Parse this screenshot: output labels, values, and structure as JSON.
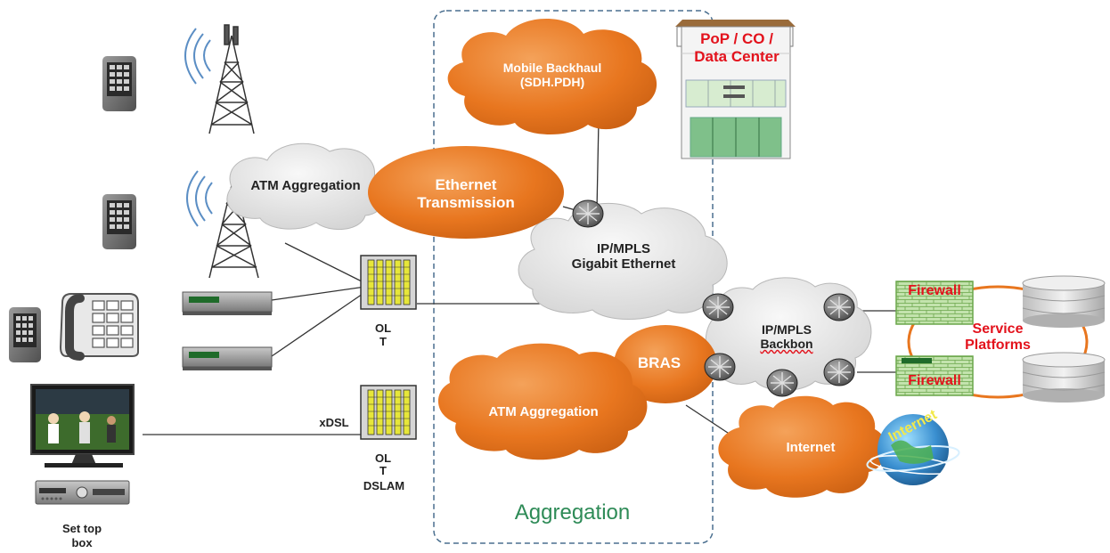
{
  "labels": {
    "pop_line1": "PoP / CO /",
    "pop_line2": "Data Center",
    "mobile_backhaul_line1": "Mobile Backhaul",
    "mobile_backhaul_line2": "(SDH.PDH)",
    "atm_aggregation_top": "ATM Aggregation",
    "ethernet_line1": "Ethernet",
    "ethernet_line2": "Transmission",
    "ipmpls_ge_line1": "IP/MPLS",
    "ipmpls_ge_line2": "Gigabit Ethernet",
    "ipmpls_bb_line1": "IP/MPLS",
    "ipmpls_bb_line2": "Backbon",
    "bras": "BRAS",
    "atm_aggregation_bottom": "ATM Aggregation",
    "internet": "Internet",
    "internet_globe": "Internet",
    "firewall_top": "Firewall",
    "firewall_bottom": "Firewall",
    "service_line1": "Service",
    "service_line2": "Platforms",
    "olt_top_line1": "OL",
    "olt_top_line2": "T",
    "olt_bottom_line1": "OL",
    "olt_bottom_line2": "T",
    "dslam": "DSLAM",
    "xdsl": "xDSL",
    "settop_line1": "Set top",
    "settop_line2": "box",
    "aggregation": "Aggregation"
  },
  "colors": {
    "cloud_orange": "#e8761f",
    "cloud_grey": "#e4e4e4",
    "firewall_green": "#c3e3ad",
    "label_red": "#e3121c",
    "aggregation_green": "#2e8b57",
    "dashed_border": "#4a6f8f"
  }
}
